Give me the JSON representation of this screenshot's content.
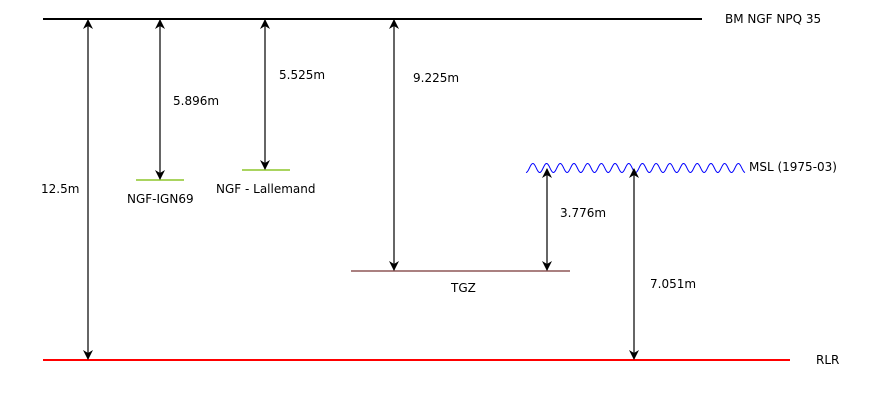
{
  "levels": {
    "bm": "BM NGF NPQ 35",
    "rlr": "RLR",
    "ngf_ign69": "NGF-IGN69",
    "ngf_lallemand": "NGF - Lallemand",
    "tgz": "TGZ",
    "msl": "MSL (1975-03)"
  },
  "distances": {
    "bm_rlr": "12.5m",
    "bm_ign69": "5.896m",
    "bm_lallemand": "5.525m",
    "bm_tgz": "9.225m",
    "msl_tgz": "3.776m",
    "msl_rlr": "7.051m"
  },
  "colors": {
    "rlr": "#ff0000",
    "ngf": "#77bb00",
    "msl": "#0000ff",
    "tgz": "#550000"
  }
}
